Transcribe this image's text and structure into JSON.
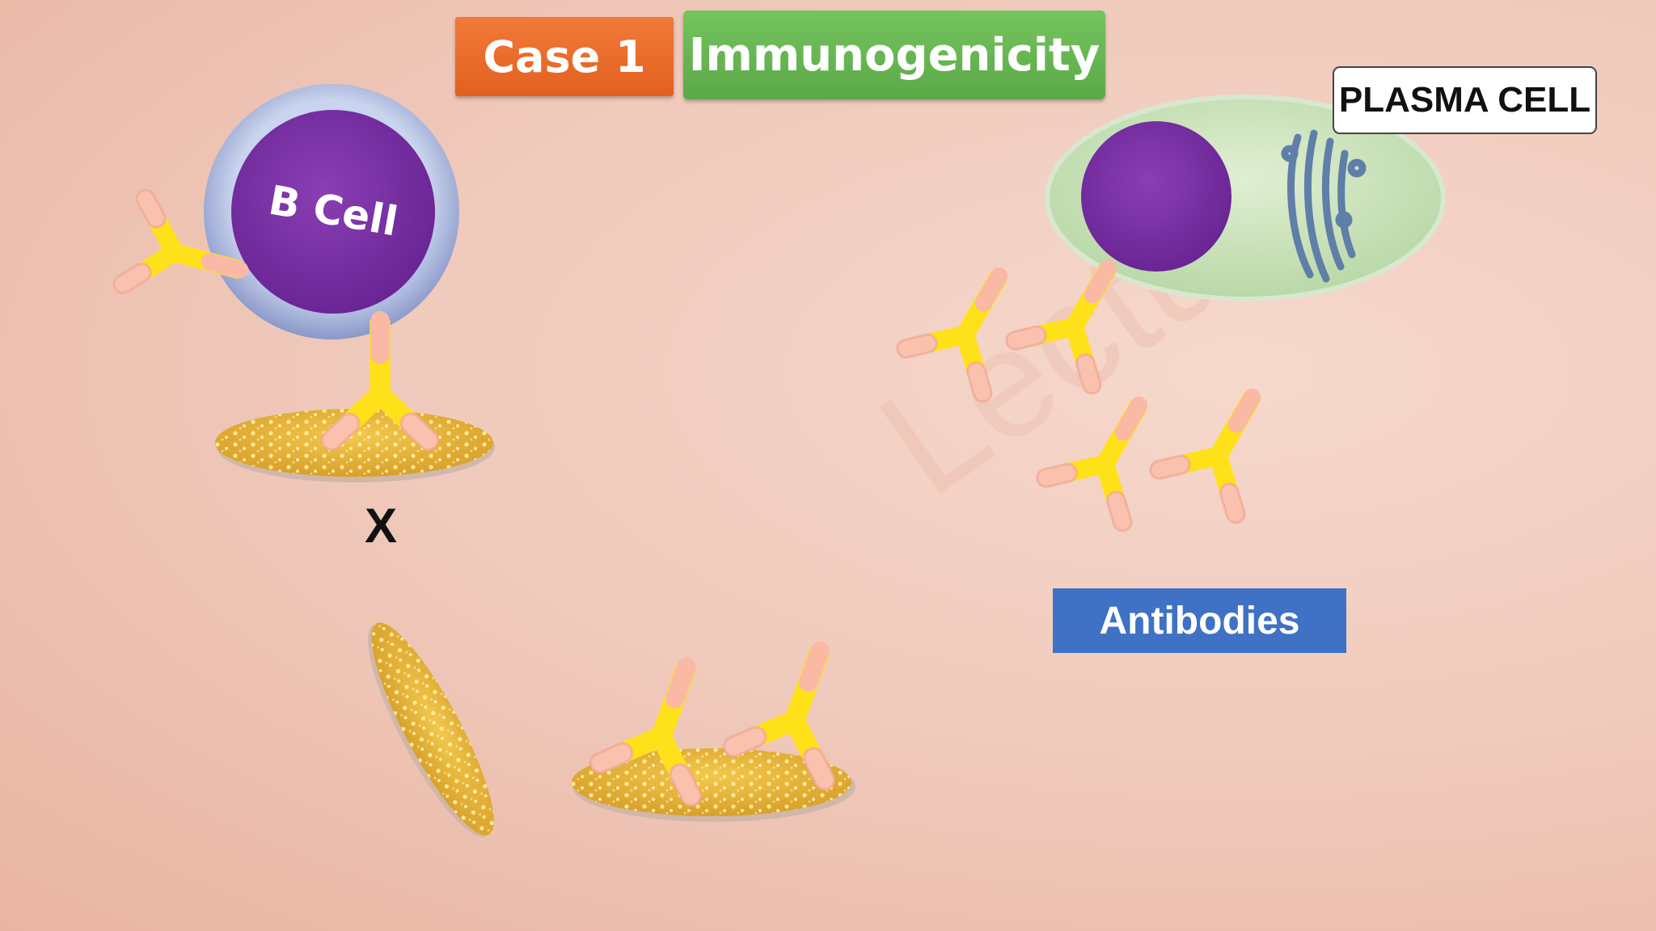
{
  "header": {
    "case_label": "Case 1",
    "topic_label": "Immunogenicity"
  },
  "diagram": {
    "b_cell_label": "B Cell",
    "plasma_cell_label": "PLASMA CELL",
    "antibodies_label": "Antibodies",
    "x_mark": "X"
  },
  "colors": {
    "background": "#f0cbbd",
    "case_chip": "#e8661f",
    "topic_chip": "#68b752",
    "antibodies_chip": "#3f72c5",
    "nucleus": "#7a2fa3",
    "antibody": "#ffe11a",
    "antibody_tip": "#f9b9a4",
    "antigen": "#e8b73a",
    "plasma_cytoplasm": "#cfe5c0"
  }
}
